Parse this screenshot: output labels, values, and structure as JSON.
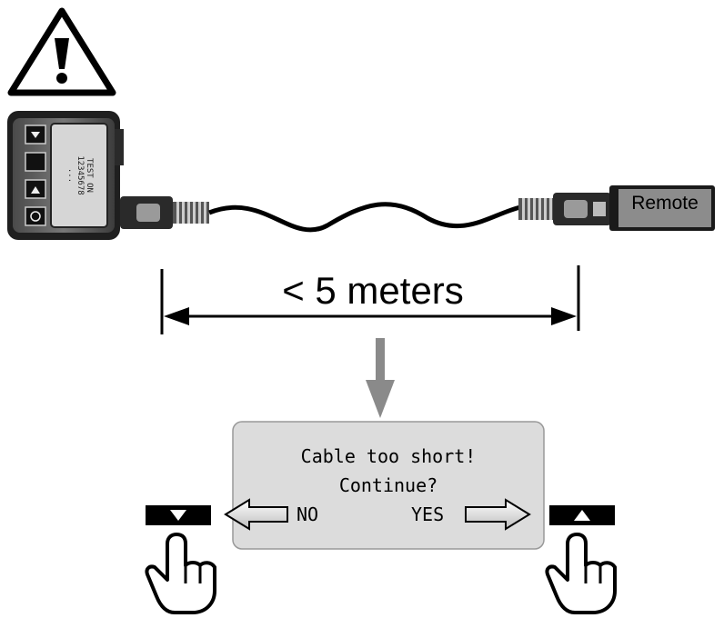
{
  "tester": {
    "lcd_line1": "TEST ON",
    "lcd_line2": "12345678",
    "lcd_line3": "..."
  },
  "remote": {
    "label": "Remote"
  },
  "distance": {
    "label": "< 5 meters"
  },
  "dialog": {
    "line1": "Cable too short!",
    "line2": "Continue?",
    "no_label": "NO",
    "yes_label": "YES"
  },
  "colors": {
    "dialog_bg": "#dcdcdc",
    "arrow_gray": "#8a8a8a",
    "key_black": "#000000"
  },
  "icons": {
    "warning": "warning-triangle-icon",
    "down_key": "down-arrow-key-icon",
    "up_key": "up-arrow-key-icon",
    "hand": "pointing-hand-icon"
  }
}
